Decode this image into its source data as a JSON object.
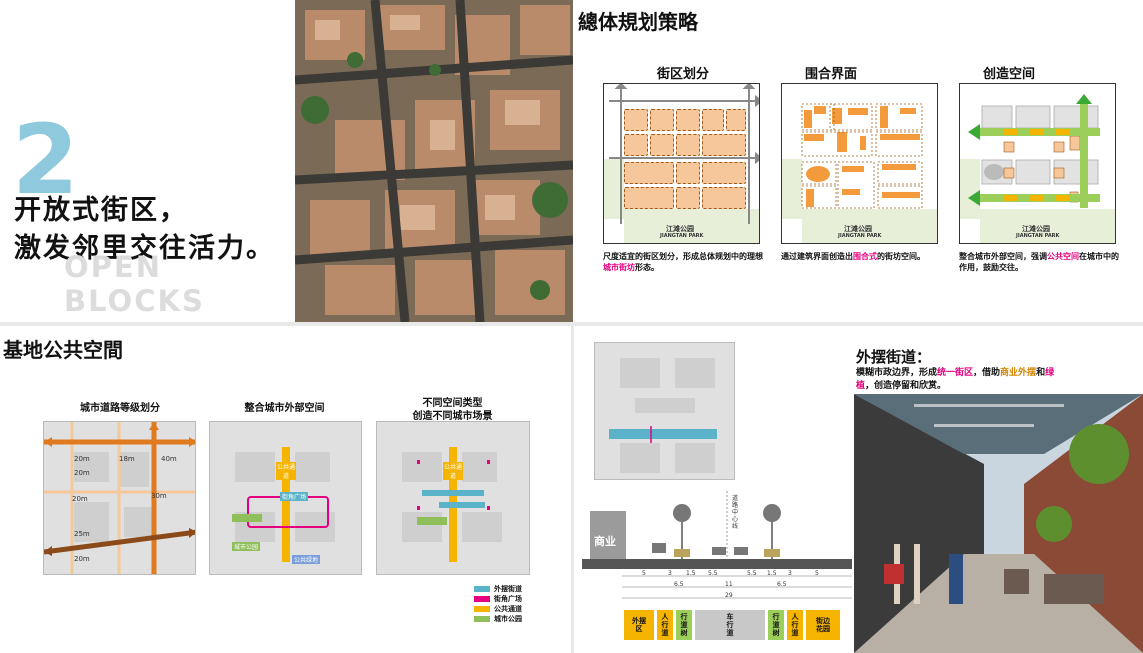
{
  "intro": {
    "number": "2",
    "title_line1": "开放式街区，",
    "title_line2": "激发邻里交往活力。",
    "subtitle": "OPEN BLOCKS",
    "number_color": "#8ec9dd"
  },
  "strategy": {
    "heading": "總体規划策略",
    "items": [
      {
        "title": "街区划分",
        "park_cn": "江滩公园",
        "park_en": "JIANGTAN PARK",
        "desc_pre": "尺度适宜的街区划分，形成总体规划中的理想",
        "desc_hl": "城市街坊",
        "desc_post": "形态。"
      },
      {
        "title": "围合界面",
        "park_cn": "江滩公园",
        "park_en": "JIANGTAN PARK",
        "desc_pre": "通过建筑界面创造出",
        "desc_hl": "围合式",
        "desc_post": "的街坊空间。"
      },
      {
        "title": "创造空间",
        "park_cn": "江滩公园",
        "park_en": "JIANGTAN PARK",
        "desc_pre": "整合城市外部空间，强调",
        "desc_hl": "公共空间",
        "desc_post": "在城市中的作用，鼓励交往。"
      }
    ]
  },
  "public_space": {
    "heading": "基地公共空間",
    "diagrams": [
      {
        "title": "城市道路等级划分",
        "widths": [
          "20m",
          "18m",
          "40m",
          "20m",
          "20m",
          "25m",
          "30m",
          "20m"
        ]
      },
      {
        "title": "整合城市外部空间",
        "labels": [
          "公共通道",
          "街角广场",
          "城市公园",
          "公共绿地"
        ]
      },
      {
        "title_line1": "不同空间类型",
        "title_line2": "创造不同城市场景",
        "labels": [
          "公共通道"
        ]
      }
    ],
    "legend": [
      {
        "label": "外摆街道",
        "color": "#5bb3c9"
      },
      {
        "label": "街角广场",
        "color": "#e4007f"
      },
      {
        "label": "公共通道",
        "color": "#f5b400"
      },
      {
        "label": "城市公园",
        "color": "#8fbf5a"
      }
    ]
  },
  "street": {
    "title": "外摆街道：",
    "desc_1": "模糊市政边界，形成",
    "desc_hl1": "统一街区",
    "desc_2": "，借助",
    "desc_hl2": "商业外摆",
    "desc_3": "和",
    "desc_hl3": "绿植",
    "desc_4": "，创造停留和欣赏。",
    "section_shop": "商业",
    "section_center": "道路中心线",
    "dims_top": [
      "5",
      "3",
      "1.5",
      "5.5",
      "5.5",
      "1.5",
      "3",
      "5"
    ],
    "dims_mid": [
      "6.5",
      "11",
      "6.5"
    ],
    "dims_total": "29",
    "zones": [
      {
        "label": "外摆区",
        "color": "#f5b400"
      },
      {
        "label": "人行道",
        "color": "#f5b400"
      },
      {
        "label": "行道树",
        "color": "#9ccf5a"
      },
      {
        "label": "车行道",
        "color": "#c8c8c8"
      },
      {
        "label": "行道树",
        "color": "#9ccf5a"
      },
      {
        "label": "人行道",
        "color": "#f5b400"
      },
      {
        "label": "街边花园",
        "color": "#f5b400"
      }
    ]
  }
}
